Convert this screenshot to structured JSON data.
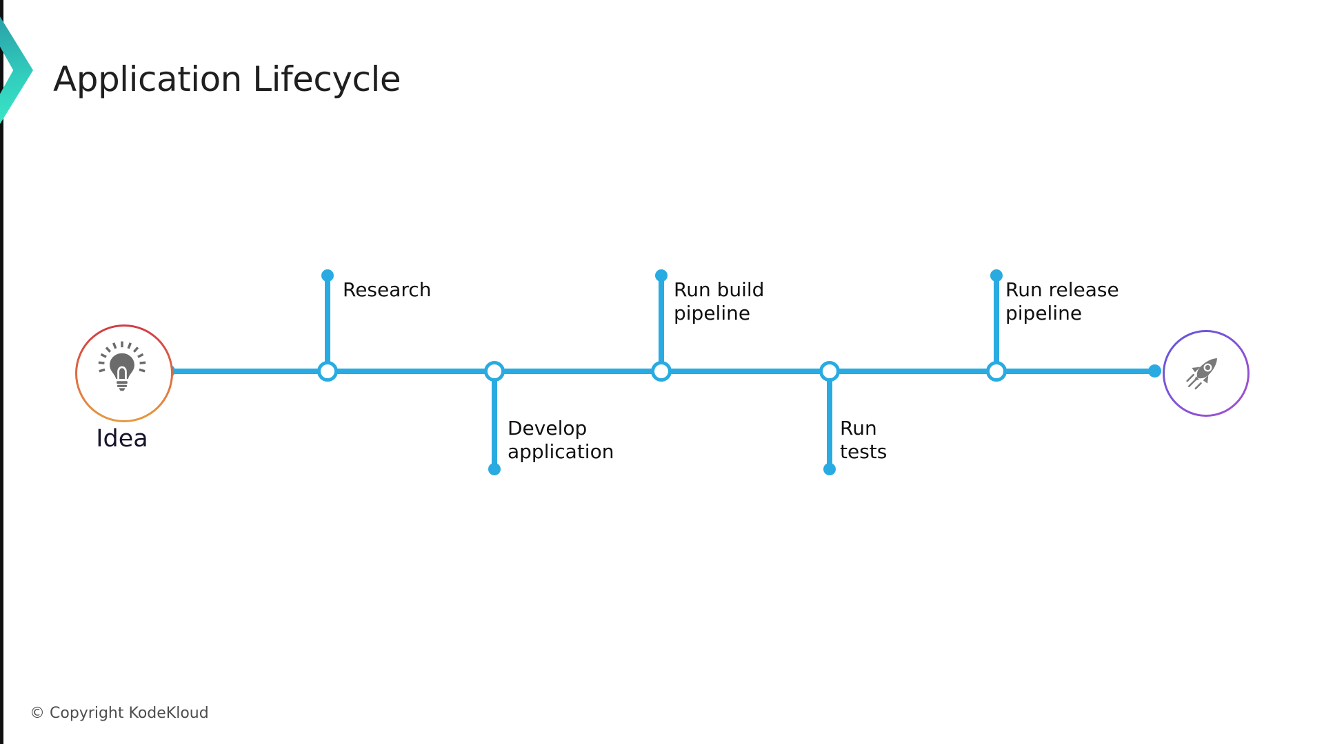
{
  "slide": {
    "title": "Application Lifecycle",
    "footer": "© Copyright KodeKloud"
  },
  "timeline": {
    "start": {
      "label": "Idea",
      "icon": "lightbulb-icon"
    },
    "end": {
      "icon": "rocket-icon"
    },
    "milestones": [
      {
        "label": "Research",
        "lines": [
          "Research",
          ""
        ],
        "position": "above"
      },
      {
        "label": "Develop application",
        "lines": [
          "Develop",
          "application"
        ],
        "position": "below"
      },
      {
        "label": "Run build pipeline",
        "lines": [
          "Run build",
          "pipeline"
        ],
        "position": "above"
      },
      {
        "label": "Run tests",
        "lines": [
          "Run",
          "tests"
        ],
        "position": "below"
      },
      {
        "label": "Run release pipeline",
        "lines": [
          "Run release",
          "pipeline"
        ],
        "position": "above"
      }
    ]
  },
  "colors": {
    "timeline_cyan": "#29ABE2",
    "idea_ring_top": "#d23a45",
    "idea_ring_bottom": "#e59a3e",
    "rocket_ring_start": "#5e58d8",
    "rocket_ring_end": "#a64fd2",
    "logo_teal_dark": "#2a9fa8",
    "logo_teal_light": "#3ae8c7",
    "icon_gray": "#6b6b6b",
    "title_text": "#1f1f1f",
    "label_text": "#101010",
    "footer_text": "#4d4d4d"
  }
}
